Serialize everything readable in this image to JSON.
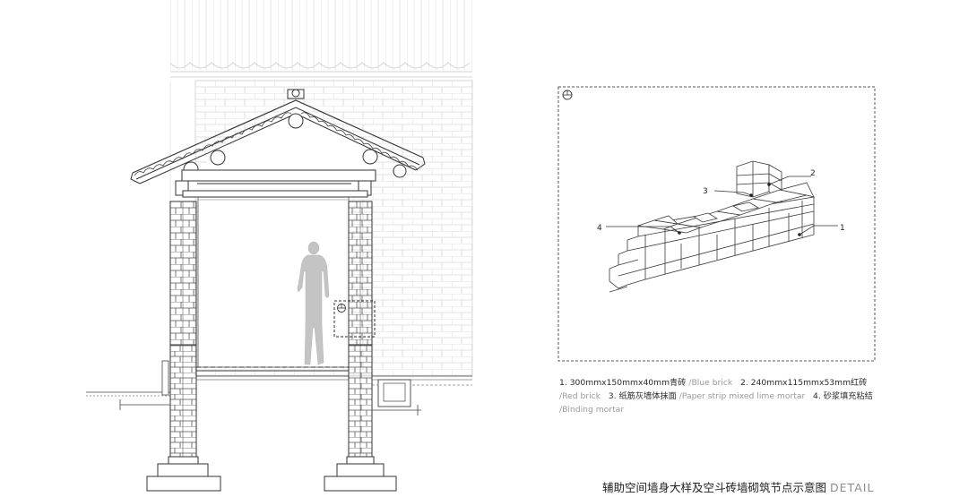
{
  "drawing": {
    "title_cn": "辅助空间墙身大样及空斗砖墙砌筑节点示意图",
    "title_en": "DETAIL"
  },
  "callouts": [
    "1",
    "2",
    "3",
    "4"
  ],
  "legend": {
    "items": [
      {
        "num": "1.",
        "cn": "300mmx150mmx40mm青砖",
        "en": "/Blue brick"
      },
      {
        "num": "2.",
        "cn": "240mmx115mmx53mm红砖",
        "en": "/Red brick"
      },
      {
        "num": "3.",
        "cn": "纸筋灰墙体抹面",
        "en": "/Paper strip mixed lime mortar"
      },
      {
        "num": "4.",
        "cn": "砂浆填充粘结",
        "en": "/Binding mortar"
      }
    ]
  },
  "icons": {
    "detail_marker": "detail-index-icon",
    "human_figure": "human-scale-figure-icon"
  },
  "colors": {
    "line": "#444444",
    "faint_line": "#cfcfcf",
    "figure_fill": "#c4c4c4",
    "english_text": "#9a9a9a"
  }
}
